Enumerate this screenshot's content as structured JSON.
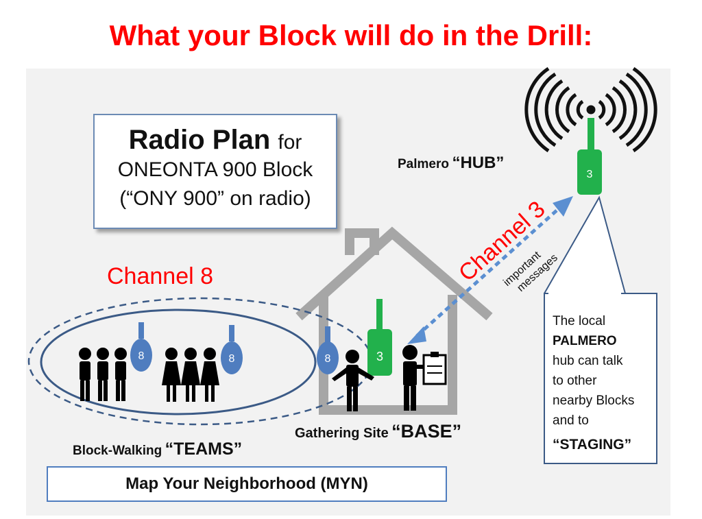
{
  "title": "What your Block will do in the Drill:",
  "radio_plan": {
    "heading": "Radio Plan",
    "heading_suffix": "for",
    "block_name": "ONEONTA 900 Block",
    "radio_call": "(“ONY 900” on radio)"
  },
  "hub": {
    "prefix": "Palmero",
    "name": "“HUB”",
    "channel": "3"
  },
  "link": {
    "channel_label": "Channel 3",
    "note_line1": "important",
    "note_line2": "messages"
  },
  "teams": {
    "channel_label": "Channel 8",
    "prefix": "Block-Walking",
    "name": "“TEAMS”",
    "radio_channel": "8"
  },
  "base": {
    "prefix": "Gathering Site",
    "name": "“BASE”",
    "radio_channel_8": "8",
    "radio_channel_3": "3"
  },
  "callout": {
    "line1": "The local",
    "line2": "PALMERO",
    "line3": "hub can talk",
    "line4": "to other",
    "line5": "nearby Blocks",
    "line6": "and to",
    "line7": "“STAGING”"
  },
  "footer": "Map Your Neighborhood (MYN)",
  "colors": {
    "title": "#ff0000",
    "radio_green": "#22b14c",
    "radio_blue": "#4f7dbf",
    "arrow_blue": "#5b8fd1",
    "house_grey": "#a6a6a6"
  }
}
